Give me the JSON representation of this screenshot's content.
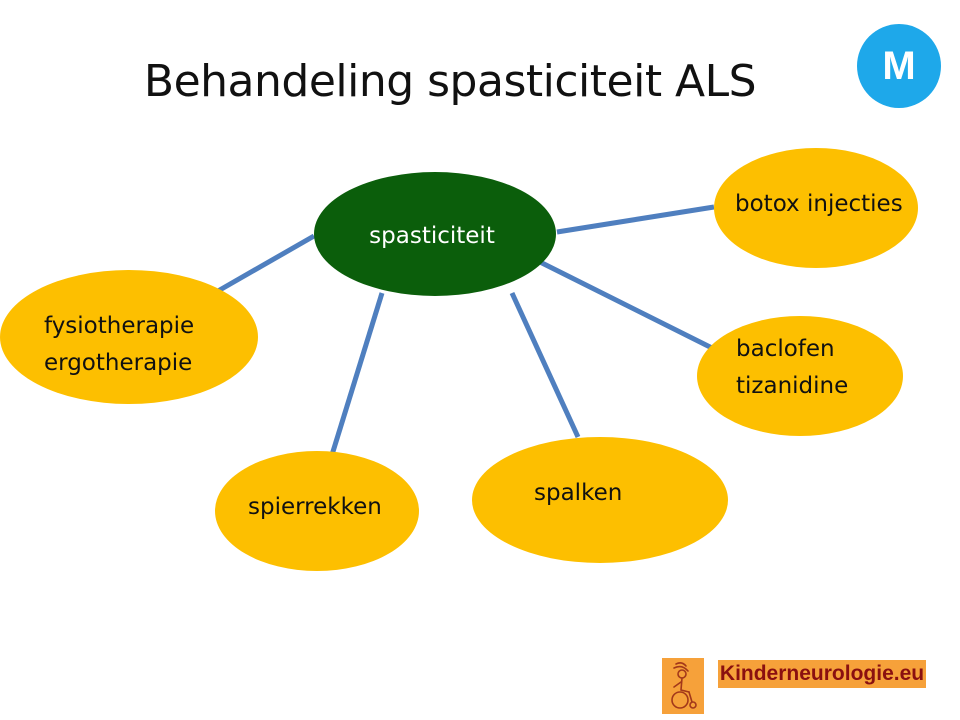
{
  "slide": {
    "title": "Behandeling spasticiteit ALS",
    "badge_letter": "M",
    "footer_text": "Kinderneurologie.eu"
  },
  "colors": {
    "center_node": "#0b5e0b",
    "leaf_node": "#fdbf00",
    "connector": "#4f7fbf",
    "badge": "#1ea8ea",
    "footer_bg": "#f6a13a",
    "footer_text": "#8a1010",
    "text_dark": "#111111",
    "text_light": "#ffffff"
  },
  "diagram": {
    "center": {
      "label": "spasticiteit"
    },
    "leaves": [
      {
        "id": "fysiotherapie",
        "lines": [
          "fysiotherapie",
          "ergotherapie"
        ]
      },
      {
        "id": "spierrekken",
        "lines": [
          "spierrekken"
        ]
      },
      {
        "id": "spalken",
        "lines": [
          "spalken"
        ]
      },
      {
        "id": "baclofen",
        "lines": [
          "baclofen",
          "tizanidine"
        ]
      },
      {
        "id": "botox",
        "lines": [
          "botox injecties"
        ]
      }
    ]
  }
}
